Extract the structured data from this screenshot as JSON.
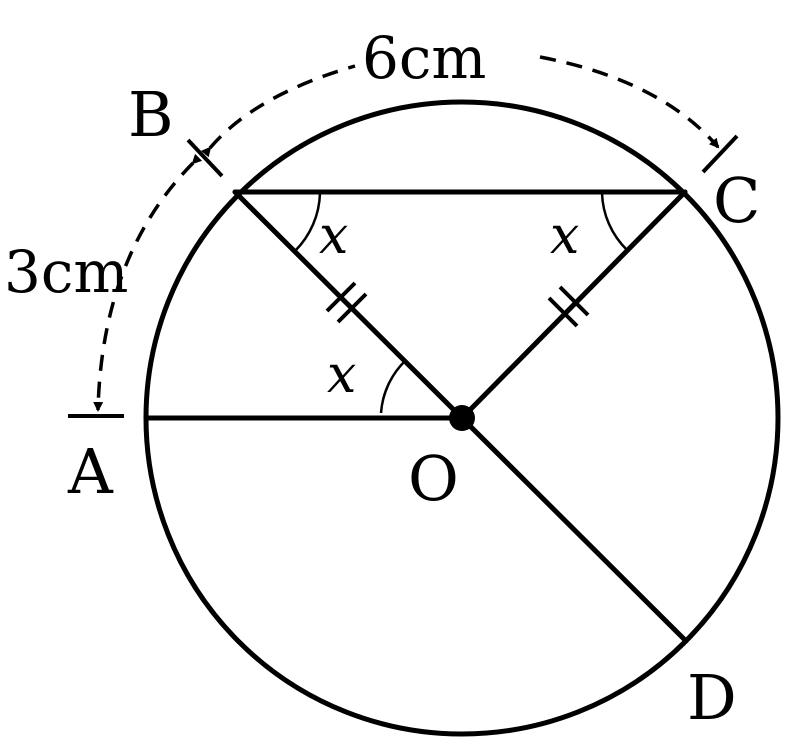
{
  "points": {
    "A": "A",
    "B": "B",
    "C": "C",
    "D": "D",
    "O": "O"
  },
  "lengths": {
    "arc_ab": "3cm",
    "arc_bc": "6cm"
  },
  "angles": {
    "aob": "x",
    "obc": "x",
    "ocb": "x"
  }
}
